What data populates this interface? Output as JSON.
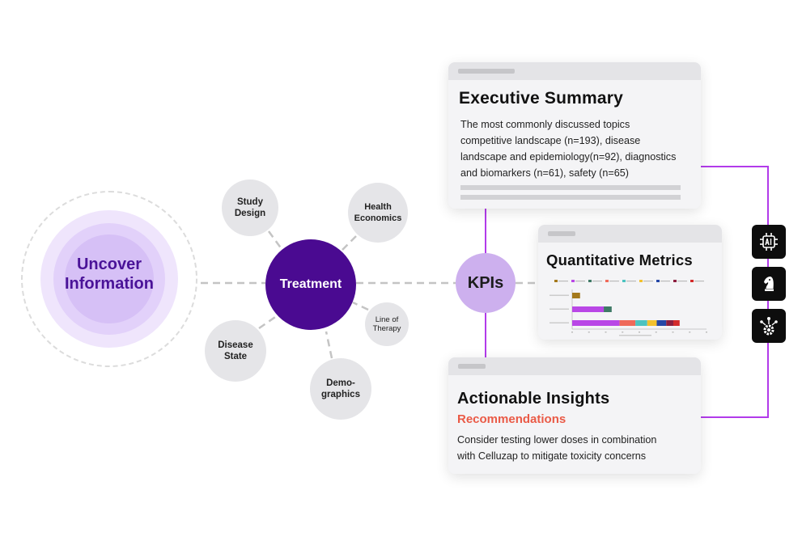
{
  "hub": {
    "line1": "Uncover",
    "line2": "Information"
  },
  "treatment": {
    "label": "Treatment"
  },
  "satellites": [
    {
      "key": "study-design",
      "lines": [
        "Study",
        "Design"
      ]
    },
    {
      "key": "health-economics",
      "lines": [
        "Health",
        "Economics"
      ]
    },
    {
      "key": "line-of-therapy",
      "lines": [
        "Line of",
        "Therapy"
      ]
    },
    {
      "key": "demographics",
      "lines": [
        "Demo-",
        "graphics"
      ]
    },
    {
      "key": "disease-state",
      "lines": [
        "Disease",
        "State"
      ]
    }
  ],
  "kpis": {
    "label": "KPIs"
  },
  "executive_summary": {
    "title": "Executive Summary",
    "lines": [
      "The most commonly discussed topics",
      "competitive landscape (n=193), disease",
      "landscape and epidemiology(n=92), diagnostics",
      "and biomarkers (n=61), safety (n=65)"
    ]
  },
  "quantitative_metrics": {
    "title": "Quantitative Metrics"
  },
  "actionable_insights": {
    "title": "Actionable Insights",
    "subtitle": "Recommendations",
    "lines": [
      "Consider testing lower doses in combination",
      "with Celluzap to mitigate toxicity concerns"
    ]
  },
  "icons": [
    "ai-chip-icon",
    "chess-knight-icon",
    "gear-network-icon"
  ],
  "colors": {
    "hub_text": "#4a1398",
    "treatment": "#4a0a91",
    "kpis": "#cdb0ee",
    "connector_purple": "#b23bea",
    "recommendations": "#ea5a46"
  },
  "chart_data": {
    "type": "bar",
    "orientation": "horizontal",
    "stacked": true,
    "categories": [
      "row-1",
      "row-2",
      "row-3"
    ],
    "series": [
      {
        "color": "#a4791c",
        "values": [
          10,
          0,
          0
        ]
      },
      {
        "color": "#b947e6",
        "values": [
          0,
          40,
          60
        ]
      },
      {
        "color": "#3f7a66",
        "values": [
          0,
          10,
          0
        ]
      },
      {
        "color": "#ef6a5a",
        "values": [
          0,
          0,
          20
        ]
      },
      {
        "color": "#4cc3c0",
        "values": [
          0,
          0,
          15
        ]
      },
      {
        "color": "#f2c12e",
        "values": [
          0,
          0,
          12
        ]
      },
      {
        "color": "#2547a6",
        "values": [
          0,
          0,
          12
        ]
      },
      {
        "color": "#8c1f3f",
        "values": [
          0,
          0,
          9
        ]
      },
      {
        "color": "#d32a2a",
        "values": [
          0,
          0,
          8
        ]
      }
    ],
    "xlim": [
      0,
      170
    ]
  }
}
